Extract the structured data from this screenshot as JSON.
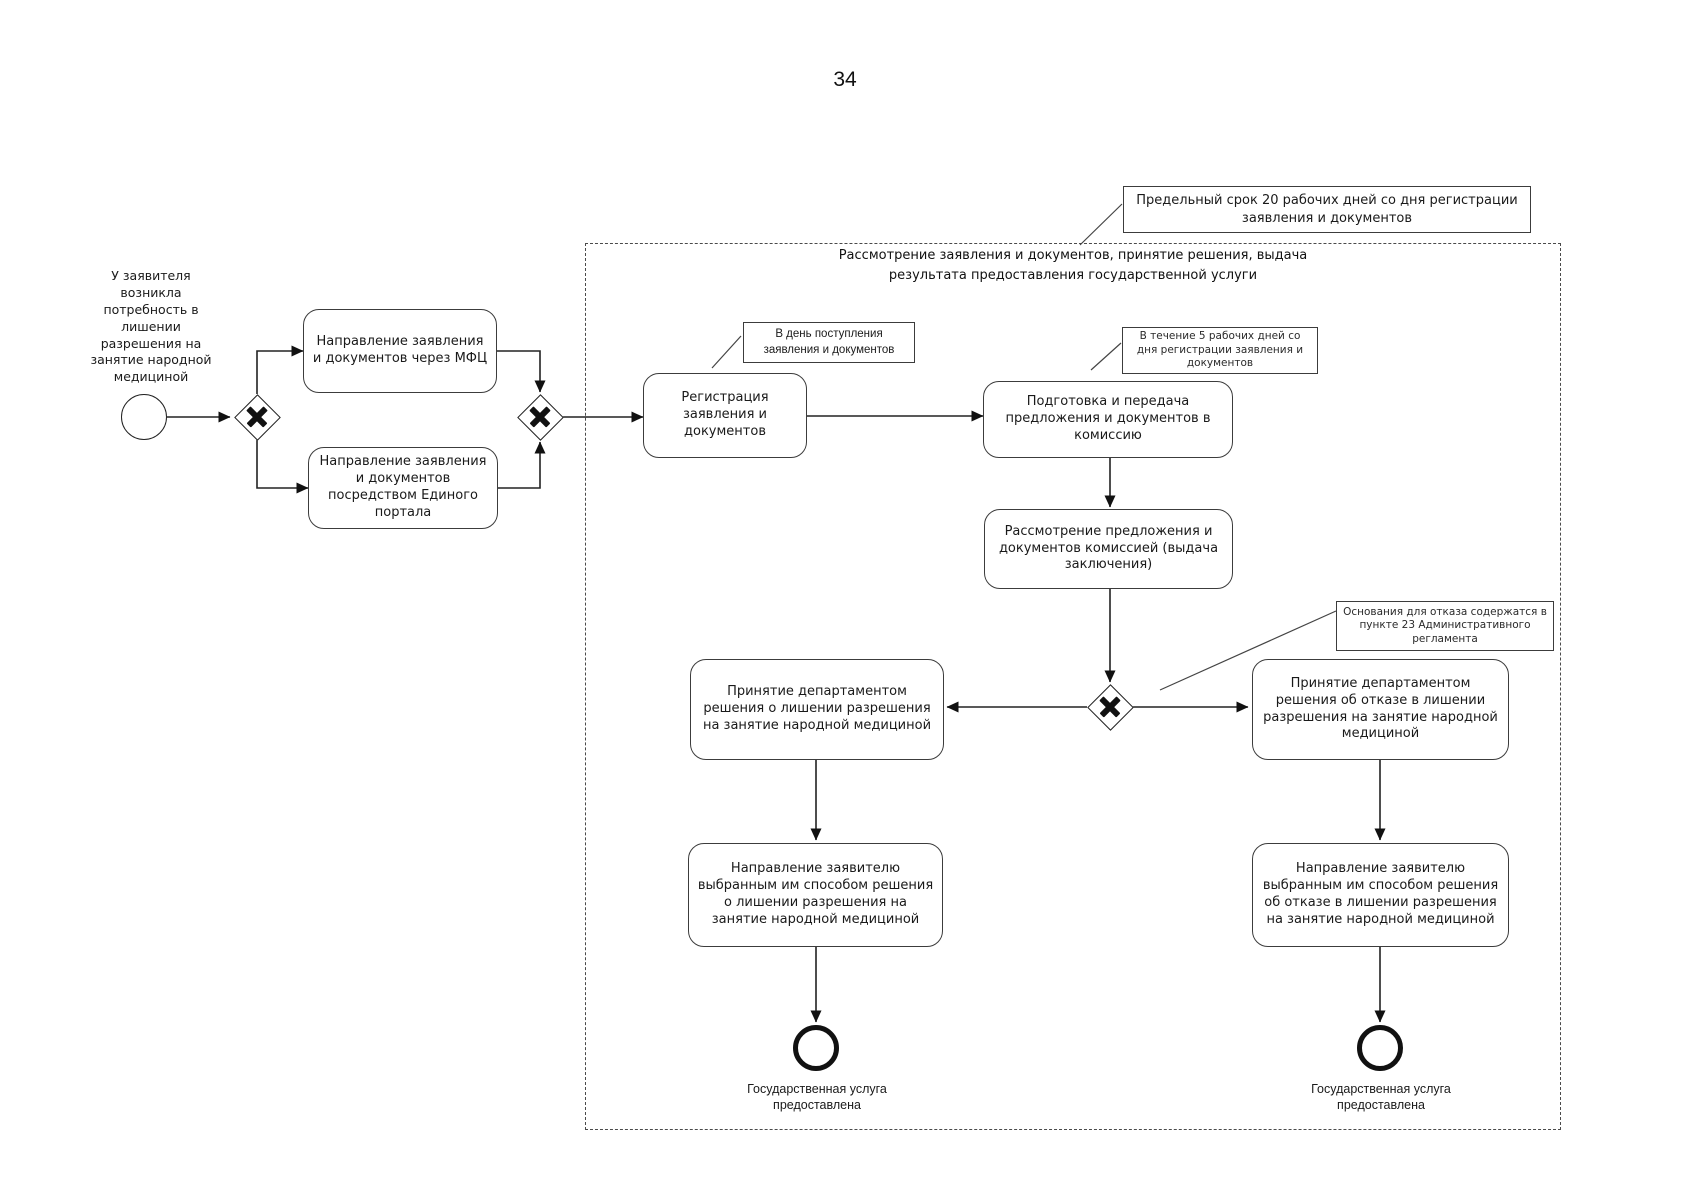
{
  "page_number": "34",
  "colors": {
    "line": "#111111",
    "border": "#3c3c3c",
    "background": "#ffffff"
  },
  "diagram": {
    "start_event_label": "У заявителя возникла потребность в лишении разрешения на занятие народной медициной",
    "tasks": {
      "mfc": "Направление заявления и документов через МФЦ",
      "portal": "Направление заявления и документов посредством Единого портала",
      "registration": "Регистрация заявления и документов",
      "prepare": "Подготовка и передача предложения и документов в комиссию",
      "commission": "Рассмотрение предложения и документов комиссией (выдача заключения)",
      "decision_revoke": "Принятие департаментом решения о лишении разрешения на занятие народной медициной",
      "decision_refuse": "Принятие департаментом решения об отказе в лишении разрешения на занятие народной медициной",
      "send_revoke": "Направление заявителю выбранным им способом решения о лишении разрешения на занятие народной медициной",
      "send_refuse": "Направление заявителю выбранным им способом решения об отказе в лишении разрешения на занятие народной медициной"
    },
    "subprocess_title": "Рассмотрение заявления и документов, принятие решения, выдача результата предоставления государственной услуги",
    "annotations": {
      "deadline": "Предельный срок 20 рабочих дней со дня регистрации заявления и документов",
      "same_day": "В день поступления заявления и документов",
      "five_days": "В течение 5 рабочих дней со дня регистрации заявления и документов",
      "refusal_grounds": "Основания для отказа содержатся в пункте 23 Административного регламента"
    },
    "end_event_left_label": "Государственная услуга предоставлена",
    "end_event_right_label": "Государственная услуга предоставлена"
  }
}
